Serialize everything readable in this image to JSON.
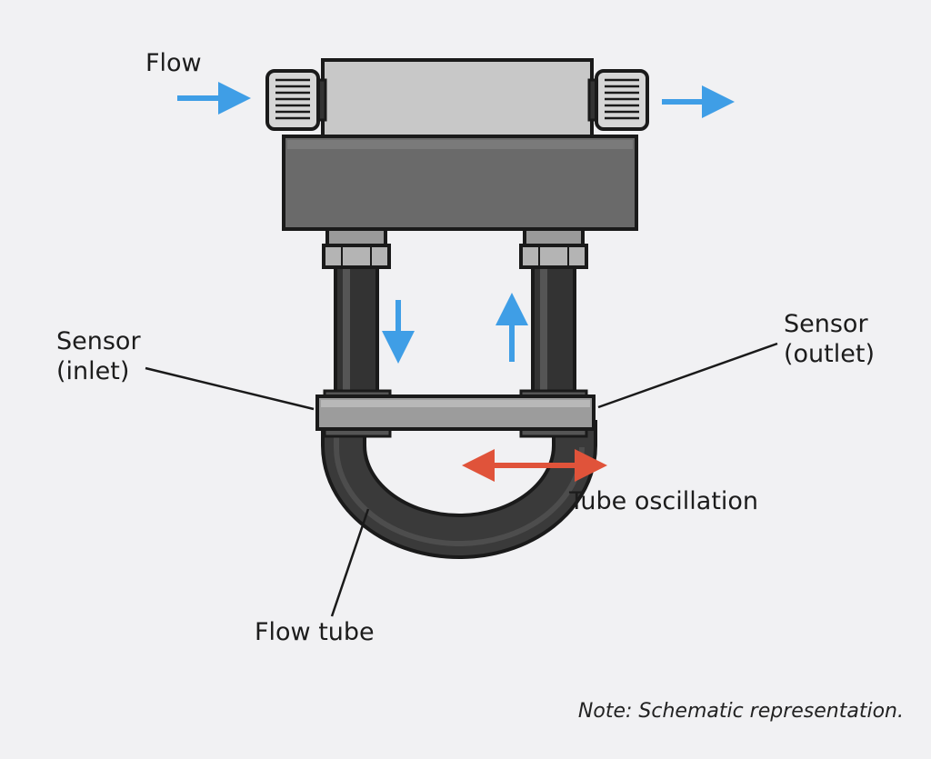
{
  "labels": {
    "flow": "Flow",
    "sensor_inlet_line1": "Sensor",
    "sensor_inlet_line2": "(inlet)",
    "sensor_outlet_line1": "Sensor",
    "sensor_outlet_line2": "(outlet)",
    "tube_oscillation": "Tube oscillation",
    "flow_tube": "Flow tube"
  },
  "note": "Note: Schematic representation.",
  "colors": {
    "background": "#f1f1f3",
    "flow_arrow": "#3f9ee6",
    "oscillation_arrow": "#e0533a",
    "housing_light": "#c8c8c8",
    "housing_dark": "#6a6a6a",
    "tube": "#3a3a3a",
    "outline": "#1a1a1a"
  }
}
